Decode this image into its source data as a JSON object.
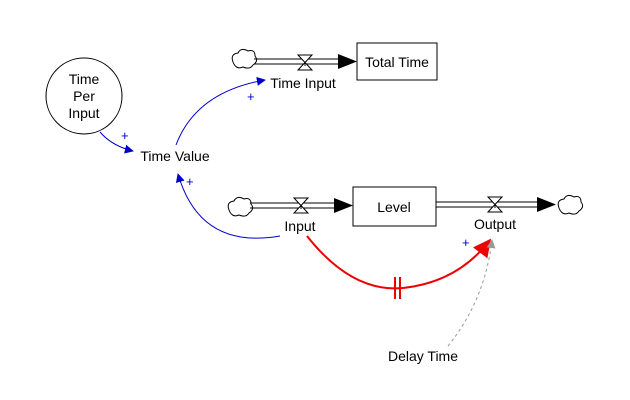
{
  "nodes": {
    "time_per_input": {
      "line1": "Time",
      "line2": "Per",
      "line3": "Input"
    },
    "time_value": "Time Value",
    "time_input": "Time Input",
    "total_time": "Total Time",
    "input": "Input",
    "level": "Level",
    "output": "Output",
    "delay_time": "Delay Time"
  },
  "polarities": {
    "tpi_to_tv": "+",
    "tv_to_ti": "+",
    "input_to_tv": "+",
    "input_to_output": "+"
  },
  "colors": {
    "info_link": "#0000cc",
    "delay_link": "#ee0000",
    "delay_time_link": "#999999",
    "flow_pipe": "#000000",
    "background": "#ffffff"
  },
  "icons": {
    "source_cloud": "cloud-icon",
    "sink_cloud": "cloud-icon",
    "valve": "valve-icon",
    "delay_mark": "delay-mark-icon"
  }
}
